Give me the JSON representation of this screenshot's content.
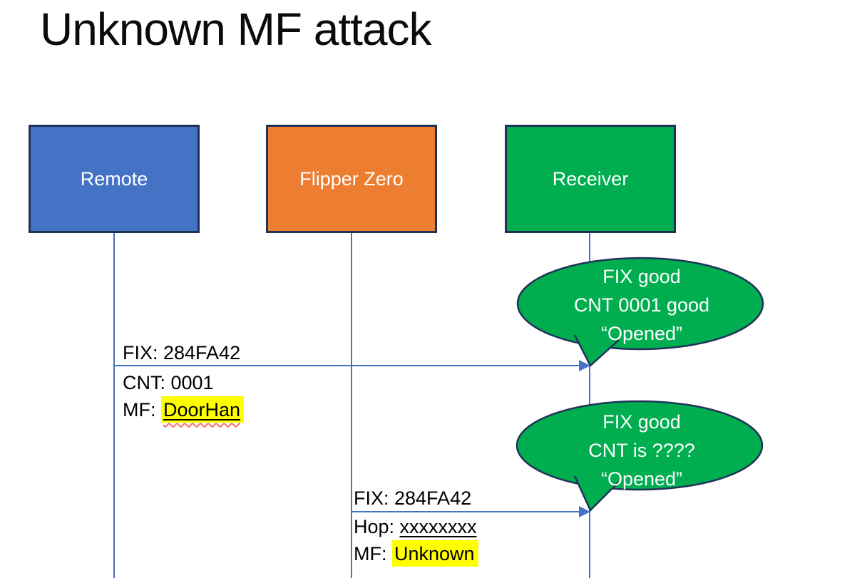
{
  "title": "Unknown MF attack",
  "colors": {
    "remote_fill": "#4472C4",
    "flipper_fill": "#ED7D31",
    "receiver_fill": "#00AE50",
    "bubble_fill": "#00AE50",
    "outline": "#203258",
    "line": "#4472C4",
    "highlight": "#FFFF00",
    "squiggle": "#F07070"
  },
  "actors": [
    {
      "label": "Remote"
    },
    {
      "label": "Flipper Zero"
    },
    {
      "label": "Receiver"
    }
  ],
  "messages": [
    {
      "from": "Remote",
      "to": "Receiver",
      "lines": [
        {
          "prefix": "FIX: 284FA42",
          "value": ""
        },
        {
          "prefix": "CNT: 0001",
          "value": ""
        },
        {
          "prefix": "MF: ",
          "value": "DoorHan"
        }
      ]
    },
    {
      "from": "Flipper Zero",
      "to": "Receiver",
      "lines": [
        {
          "prefix": "FIX: 284FA42",
          "value": ""
        },
        {
          "prefix": "Hop: ",
          "value": "xxxxxxxx"
        },
        {
          "prefix": "MF: ",
          "value": "Unknown"
        }
      ]
    }
  ],
  "bubbles": [
    {
      "lines": [
        "FIX good",
        "CNT 0001 good",
        "“Opened”"
      ]
    },
    {
      "lines": [
        "FIX good",
        "CNT is ????",
        "“Opened”"
      ]
    }
  ]
}
